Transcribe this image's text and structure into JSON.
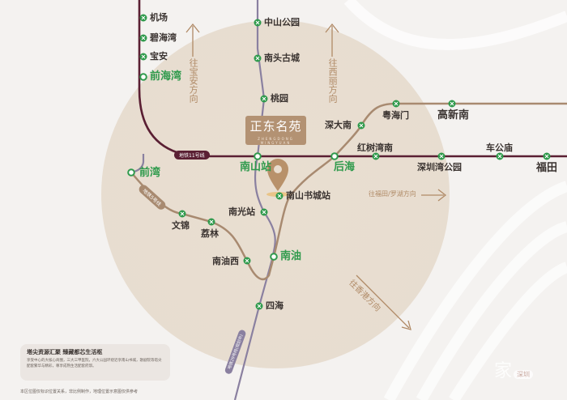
{
  "project": {
    "name": "正东名苑",
    "subtitle": "ZHENGDONG MINGYUAN"
  },
  "lines": {
    "line11": "地铁11号线",
    "line5": "地铁5号线",
    "line_planned": "地铁29号线(规划中)"
  },
  "directions": {
    "baoan": "往宝安方向",
    "xili": "往西丽方向",
    "futian": "往福田/罗湖方向",
    "hongkong": "往香港方向"
  },
  "stations": {
    "jichang": "机场",
    "bihaiwan": "碧海湾",
    "baoan": "宝安",
    "qianhaiwan": "前海湾",
    "zhongshangongyuan": "中山公园",
    "nantougucheng": "南头古城",
    "taoyuan": "桃园",
    "nanshanzhan": "南山站",
    "qianwan": "前湾",
    "houhai": "后海",
    "shendanan": "深大南",
    "yuehaimen": "粤海门",
    "gaoxinnan": "高新南",
    "hongshuwannan": "红树湾南",
    "shenzhenwangongyuan": "深圳湾公园",
    "chegongmiao": "车公庙",
    "futian": "福田",
    "nanshanshuchengzhan": "南山书城站",
    "nanguangzhan": "南光站",
    "wenjin": "文锦",
    "lilin": "荔林",
    "nanyouxi": "南油西",
    "nanyou": "南油",
    "sihai": "四海"
  },
  "info_card": {
    "title": "塔尖资源汇聚  臻藏都芯生活枢",
    "body": "享受中心的大核心商圈，三大三甲医院，六大公园环绕近享南山书城，歌剧院等塔尖配套繁华与精彩，尊享成熟生活配套府邸。"
  },
  "disclaimer": "本区位图仅标识位置关系，非比例制作，地理位置示意图仅供参考",
  "watermark": {
    "text": "家",
    "city": "深圳"
  },
  "colors": {
    "line11": "#5a1f33",
    "line5": "#a88a70",
    "purple": "#8a80a0",
    "station": "#2f9a4c",
    "accent": "#b39273"
  }
}
